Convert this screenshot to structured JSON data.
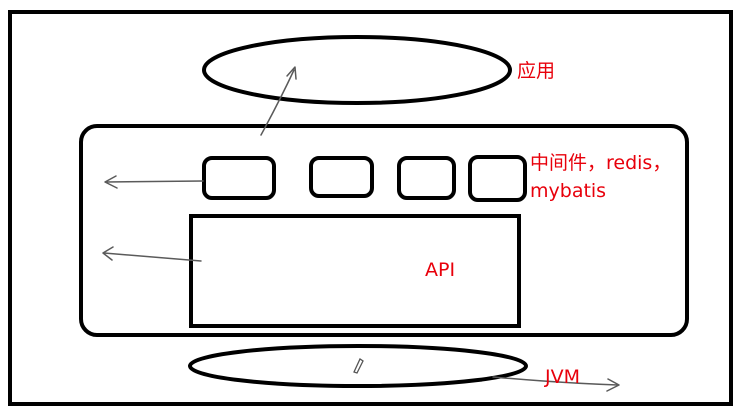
{
  "labels": {
    "app": "应用",
    "middleware_line1": "中间件，redis，",
    "middleware_line2": "mybatis",
    "api": "API",
    "jvm": "JVM"
  },
  "colors": {
    "label": "#e8000b",
    "ink": "#000000",
    "arrow": "#5a5a5a",
    "background": "#ffffff"
  }
}
